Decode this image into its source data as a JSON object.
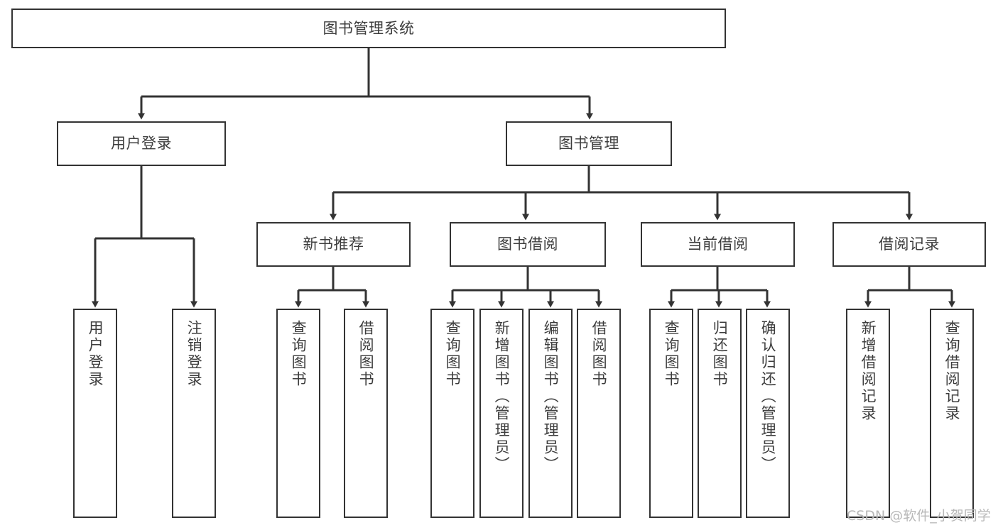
{
  "diagram": {
    "title": "图书管理系统",
    "type": "tree-hierarchy-functional-decomposition",
    "colors": {
      "box_border": "#333333",
      "box_fill": "#ffffff",
      "text": "#3d3d3d",
      "edge": "#333333",
      "watermark": "#b8b8b8",
      "background": "#ffffff"
    },
    "root": {
      "label": "图书管理系统"
    },
    "level2": [
      {
        "label": "用户登录"
      },
      {
        "label": "图书管理"
      }
    ],
    "level3": [
      {
        "label": "新书推荐"
      },
      {
        "label": "图书借阅"
      },
      {
        "label": "当前借阅"
      },
      {
        "label": "借阅记录"
      }
    ],
    "leaves": {
      "user_login": [
        {
          "label": "用户登录"
        },
        {
          "label": "注销登录"
        }
      ],
      "new_book_recommend": [
        {
          "label": "查询图书"
        },
        {
          "label": "借阅图书"
        }
      ],
      "book_borrow": [
        {
          "label": "查询图书"
        },
        {
          "label": "新增图书（管理员）"
        },
        {
          "label": "编辑图书（管理员）"
        },
        {
          "label": "借阅图书"
        }
      ],
      "current_borrow": [
        {
          "label": "查询图书"
        },
        {
          "label": "归还图书"
        },
        {
          "label": "确认归还（管理员）"
        }
      ],
      "borrow_records": [
        {
          "label": "新增借阅记录"
        },
        {
          "label": "查询借阅记录"
        }
      ]
    }
  },
  "watermark": {
    "text": "CSDN @软件_小贺同学"
  }
}
